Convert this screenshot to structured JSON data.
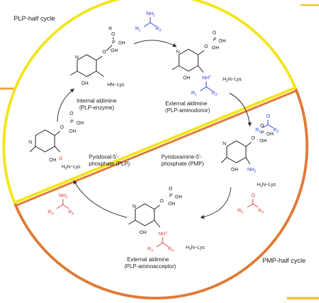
{
  "colors": {
    "plp_half": "#f2e51e",
    "pmp_half": "#e07a35",
    "divider_yellow": "#f2e51e",
    "divider_orange": "#e07a35",
    "blue": "#2a3ed6",
    "red": "#d93a3a",
    "ink": "#1a1a1a"
  },
  "cycle_labels": {
    "plp_half": "PLP-half cycle",
    "pmp_half": "PMP-half cycle"
  },
  "species": {
    "internal_aldimine": {
      "line1": "Internal aldimine",
      "line2": "(PLP-enzyme)"
    },
    "external_aldimine_donor": {
      "line1": "External aldimine",
      "line2": "(PLP-aminodonor)"
    },
    "plp": {
      "line1": "Pyridoxal-5'-",
      "line2": "phosphate (PLP)"
    },
    "pmp": {
      "line1": "Pyridoxamine-5'-",
      "line2": "phosphate (PMP)"
    },
    "external_aldimine_acceptor": {
      "line1": "External aldimine",
      "line2": "(PLP-aminoacceptor)"
    }
  },
  "chem_text": {
    "nh2": "NH",
    "nh2_sub": "2",
    "r1": "R",
    "r1_sub": "1",
    "r2": "R",
    "r2_sub": "2",
    "r3": "R",
    "r3_sub": "3",
    "r4": "R",
    "r4_sub": "4",
    "o": "O",
    "oh": "OH",
    "p": "P",
    "n": "N",
    "nh_plus": "NH",
    "plus": "+",
    "lys": "Lys",
    "h2n": "H",
    "h2n_sub": "2",
    "h2n_tail": "N",
    "hn_lys": "HN",
    "r_letter": "R"
  }
}
